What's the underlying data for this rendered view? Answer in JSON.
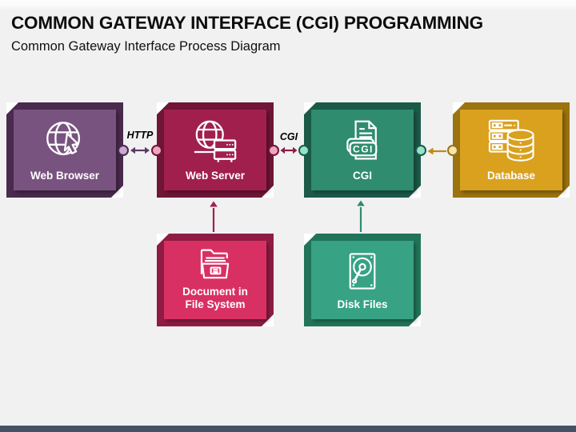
{
  "page": {
    "title": "COMMON GATEWAY INTERFACE (CGI) PROGRAMMING",
    "subtitle": "Common Gateway Interface Process Diagram",
    "background_color": "#f1f1f2",
    "footer_bar_color": "#455266"
  },
  "nodes": [
    {
      "id": "web-browser",
      "label": "Web Browser",
      "icon": "globe-cursor-icon",
      "fill": "#79537f",
      "frame": "#4a2a4e",
      "connector_dot": "#c9a8d2"
    },
    {
      "id": "web-server",
      "label": "Web Server",
      "icon": "globe-server-icon",
      "fill": "#a11f4d",
      "frame": "#701536",
      "connector_dot": "#f2a3c0"
    },
    {
      "id": "cgi",
      "label": "CGI",
      "badge": "CGI",
      "icon": "cgi-file-icon",
      "fill": "#2f8c6e",
      "frame": "#1c5a48",
      "connector_dot": "#94e3c9"
    },
    {
      "id": "database",
      "label": "Database",
      "icon": "database-server-icon",
      "fill": "#d9a11e",
      "frame": "#9b730f",
      "connector_dot": "#f7e3b4"
    },
    {
      "id": "document-in-file-system",
      "label": "Document in File System",
      "icon": "open-folder-icon",
      "fill": "#d93064",
      "frame": "#8f1c44"
    },
    {
      "id": "disk-files",
      "label": "Disk Files",
      "icon": "hard-disk-icon",
      "fill": "#37a284",
      "frame": "#217459"
    }
  ],
  "connections": [
    {
      "from": "web-browser",
      "to": "web-server",
      "label": "HTTP",
      "style": "double-arrow",
      "color": "#5b3a66"
    },
    {
      "from": "web-server",
      "to": "cgi",
      "label": "CGI",
      "style": "double-arrow",
      "color": "#8e1d43"
    },
    {
      "from": "database",
      "to": "cgi",
      "label": "",
      "style": "arrow-left",
      "color": "#c08a12"
    },
    {
      "from": "document-in-file-system",
      "to": "web-server",
      "label": "",
      "style": "arrow-up",
      "color": "#a02050"
    },
    {
      "from": "disk-files",
      "to": "cgi",
      "label": "",
      "style": "arrow-up",
      "color": "#2f8c6e"
    }
  ]
}
